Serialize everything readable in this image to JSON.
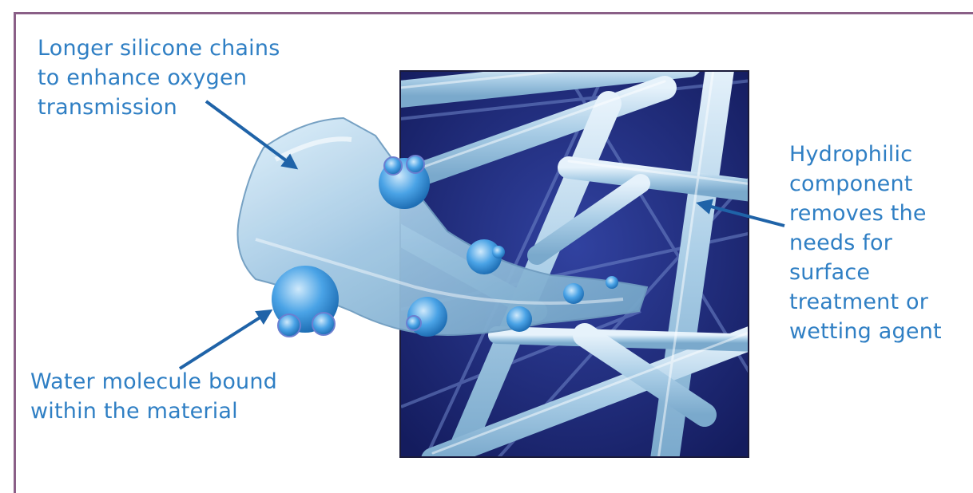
{
  "annotations": {
    "top_left": "Longer silicone chains\nto enhance oxygen\ntransmission",
    "right": "Hydrophilic\ncomponent\nremoves the\nneeds for\nsurface\ntreatment or\nwetting agent",
    "bottom_left": "Water molecule bound\nwithin the material"
  },
  "colors": {
    "label_text": "#2f7fc4",
    "arrow": "#1f63a8",
    "frame_border": "#8a5f87",
    "mesh_background": "#1c2a7a",
    "fiber": "#bcd9ee",
    "molecule": "#4aa3e6"
  }
}
